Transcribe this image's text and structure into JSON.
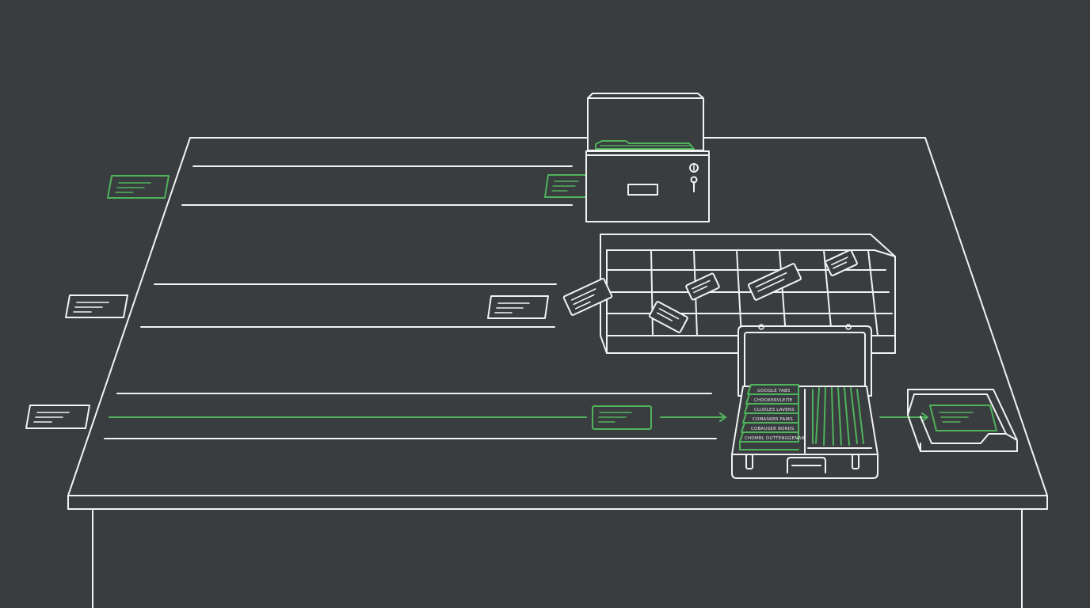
{
  "colors": {
    "background": "#3a3d40",
    "line": "#f2f2f2",
    "accent": "#4fb35a"
  },
  "icons": {
    "drawer": "filing-drawer-icon",
    "sorter": "compartment-tray-icon",
    "case": "open-briefcase-icon",
    "tray": "inbox-tray-icon",
    "card": "index-card-icon",
    "arrow": "arrow-right-icon"
  },
  "case_folders": [
    "GOOGLE TAB5",
    "CHOOKERVLEITE",
    "CLUDLES LAVENS",
    "COMASKER FAIRS",
    "COBAUSER BORDS",
    "CHOMBL DUTTENGGENAR"
  ]
}
